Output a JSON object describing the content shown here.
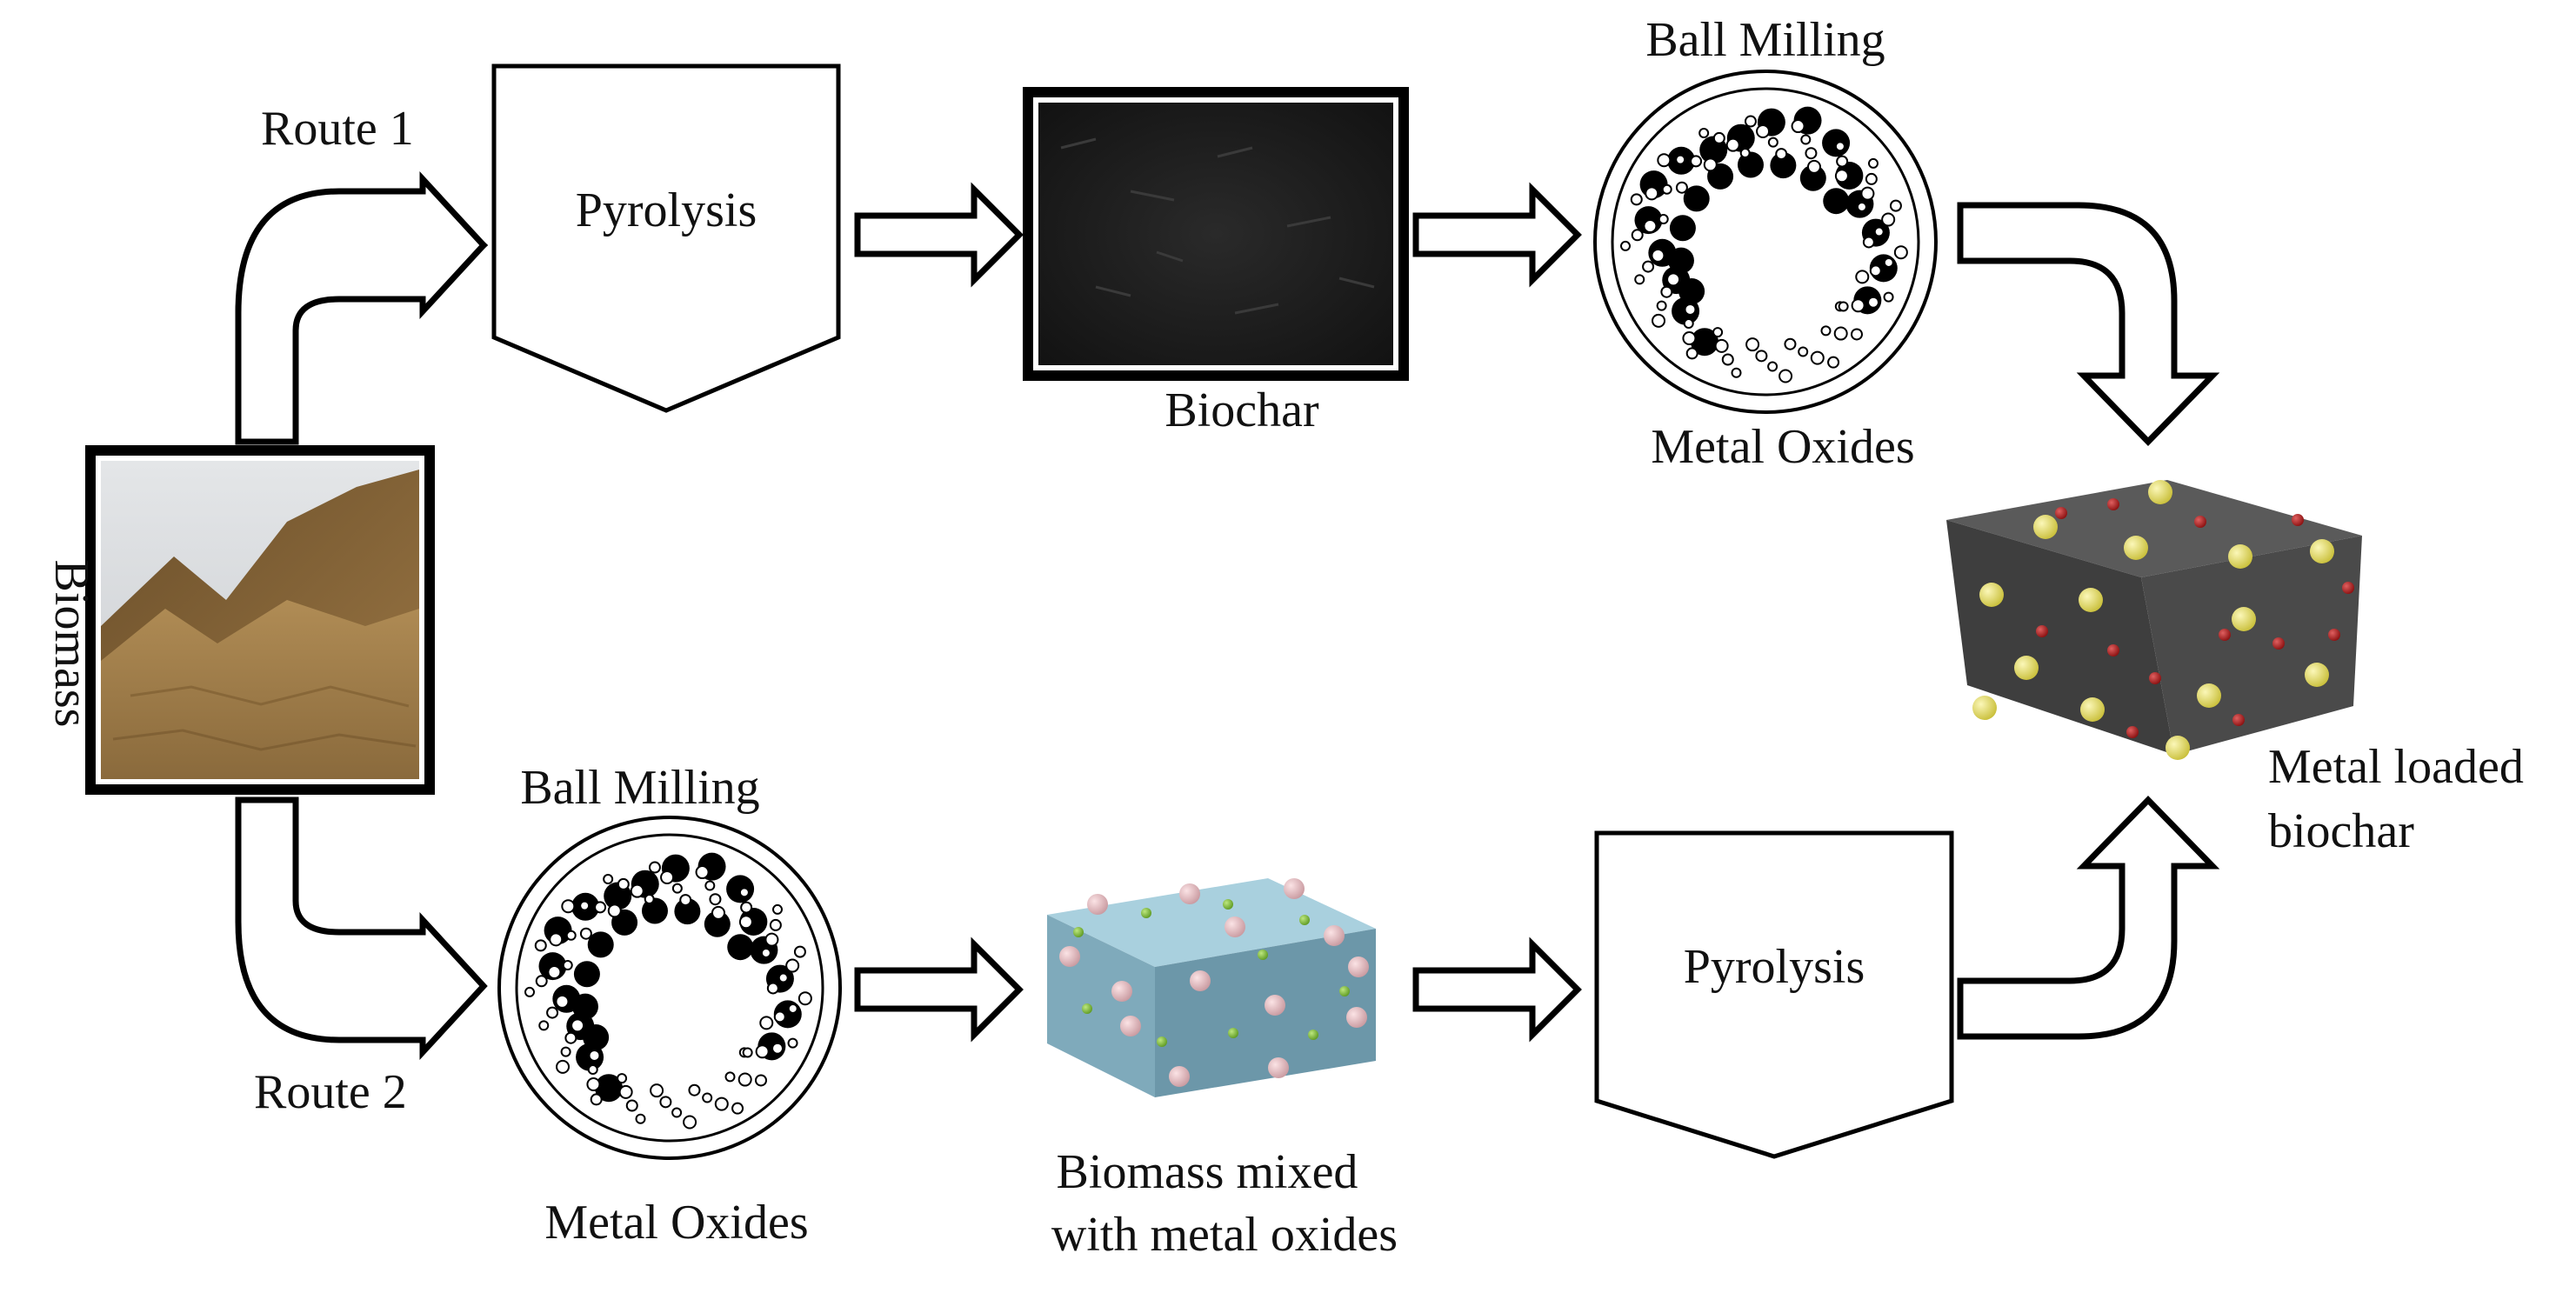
{
  "routes": {
    "route1": "Route 1",
    "route2": "Route 2"
  },
  "start": {
    "label": "Biomass"
  },
  "route1_steps": {
    "pyrolysis": "Pyrolysis",
    "biochar": "Biochar",
    "ball_milling": "Ball Milling",
    "metal_oxides": "Metal Oxides"
  },
  "route2_steps": {
    "ball_milling": "Ball Milling",
    "metal_oxides": "Metal Oxides",
    "mixed_line1": "Biomass mixed",
    "mixed_line2": "with metal oxides",
    "pyrolysis": "Pyrolysis"
  },
  "product": {
    "line1": "Metal loaded",
    "line2": "biochar"
  },
  "colors": {
    "biochar": "#1e1e1e",
    "biomass_pile": "#a8844e",
    "mixed_block": "#8fb8c9",
    "product_block": "#454545",
    "metal_particle_yellow": "#e3dc6a",
    "metal_particle_red": "#b11f1f",
    "mixed_particle_pink": "#e8b9bd",
    "mixed_particle_green": "#7fbf3a"
  }
}
